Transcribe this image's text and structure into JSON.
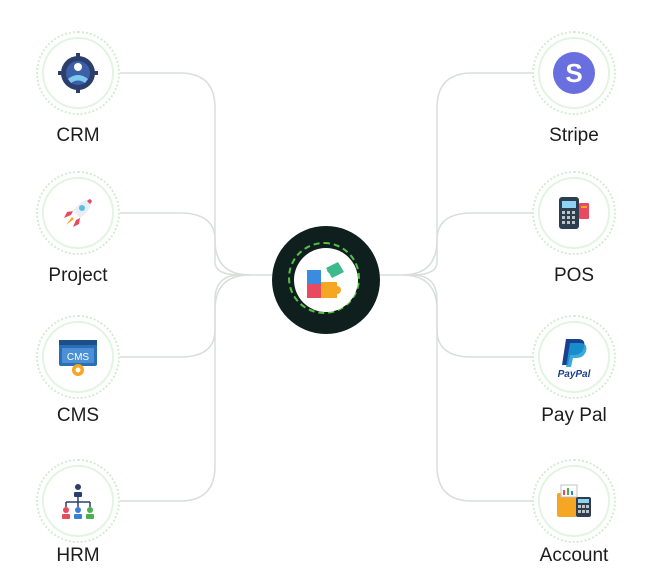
{
  "hub": {
    "icon": "puzzle-icon"
  },
  "left_nodes": [
    {
      "label": "CRM",
      "icon": "crm-handshake-gear-icon"
    },
    {
      "label": "Project",
      "icon": "rocket-icon"
    },
    {
      "label": "CMS",
      "icon": "cms-window-icon",
      "badge": "CMS"
    },
    {
      "label": "HRM",
      "icon": "org-chart-icon"
    }
  ],
  "right_nodes": [
    {
      "label": "Stripe",
      "icon": "stripe-icon",
      "badge": "S"
    },
    {
      "label": "POS",
      "icon": "pos-terminal-icon"
    },
    {
      "label": "Pay Pal",
      "icon": "paypal-icon",
      "badge": "PayPal"
    },
    {
      "label": "Account",
      "icon": "accounting-icon"
    }
  ],
  "colors": {
    "hub_dark": "#0f1f1e",
    "hub_ring": "#56c23f",
    "connector": "#d9dedb",
    "node_ring": "#e3f4e2",
    "stripe": "#6a6fe0",
    "paypal_dark": "#1b3f8f",
    "paypal_light": "#179bd7"
  }
}
